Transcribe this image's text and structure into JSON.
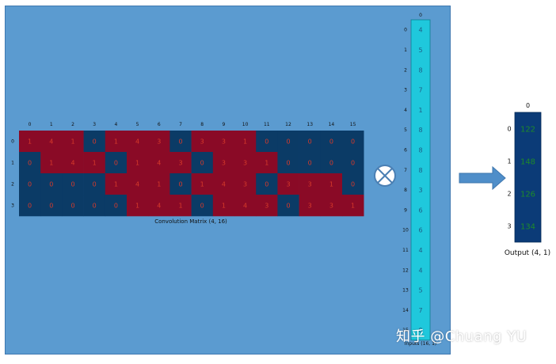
{
  "conv_matrix": {
    "caption": "Convolution Matrix (4, 16)",
    "col_ticks": [
      "0",
      "1",
      "2",
      "3",
      "4",
      "5",
      "6",
      "7",
      "8",
      "9",
      "10",
      "11",
      "12",
      "13",
      "14",
      "15"
    ],
    "row_ticks": [
      "0",
      "1",
      "2",
      "3"
    ],
    "values": [
      [
        "1",
        "4",
        "1",
        "0",
        "1",
        "4",
        "3",
        "0",
        "3",
        "3",
        "1",
        "0",
        "0",
        "0",
        "0",
        "0"
      ],
      [
        "0",
        "1",
        "4",
        "1",
        "0",
        "1",
        "4",
        "3",
        "0",
        "3",
        "3",
        "1",
        "0",
        "0",
        "0",
        "0"
      ],
      [
        "0",
        "0",
        "0",
        "0",
        "1",
        "4",
        "1",
        "0",
        "1",
        "4",
        "3",
        "0",
        "3",
        "3",
        "1",
        "0"
      ],
      [
        "0",
        "0",
        "0",
        "0",
        "0",
        "1",
        "4",
        "1",
        "0",
        "1",
        "4",
        "3",
        "0",
        "3",
        "3",
        "1"
      ]
    ],
    "colors": {
      "nonzero": "#8a0a26",
      "zero": "#0b3b66"
    }
  },
  "inputs": {
    "caption": "Inputs (16, 1)",
    "col_tick": "0",
    "row_ticks": [
      "0",
      "1",
      "2",
      "3",
      "4",
      "5",
      "6",
      "7",
      "8",
      "9",
      "10",
      "11",
      "12",
      "13",
      "14",
      "15"
    ],
    "values": [
      "4",
      "5",
      "8",
      "7",
      "1",
      "8",
      "8",
      "8",
      "3",
      "6",
      "6",
      "4",
      "4",
      "5",
      "7",
      "0"
    ],
    "color": "#1fc8dc"
  },
  "operator": {
    "icon": "circle-times-icon"
  },
  "arrow": {
    "icon": "right-arrow-icon",
    "color": "#4f8ec9"
  },
  "output": {
    "caption": "Output (4, 1)",
    "col_tick": "0",
    "row_ticks": [
      "0",
      "1",
      "2",
      "3"
    ],
    "values": [
      "122",
      "148",
      "126",
      "134"
    ],
    "color": "#0b3b77"
  },
  "watermark": "知乎 @Chuang YU"
}
